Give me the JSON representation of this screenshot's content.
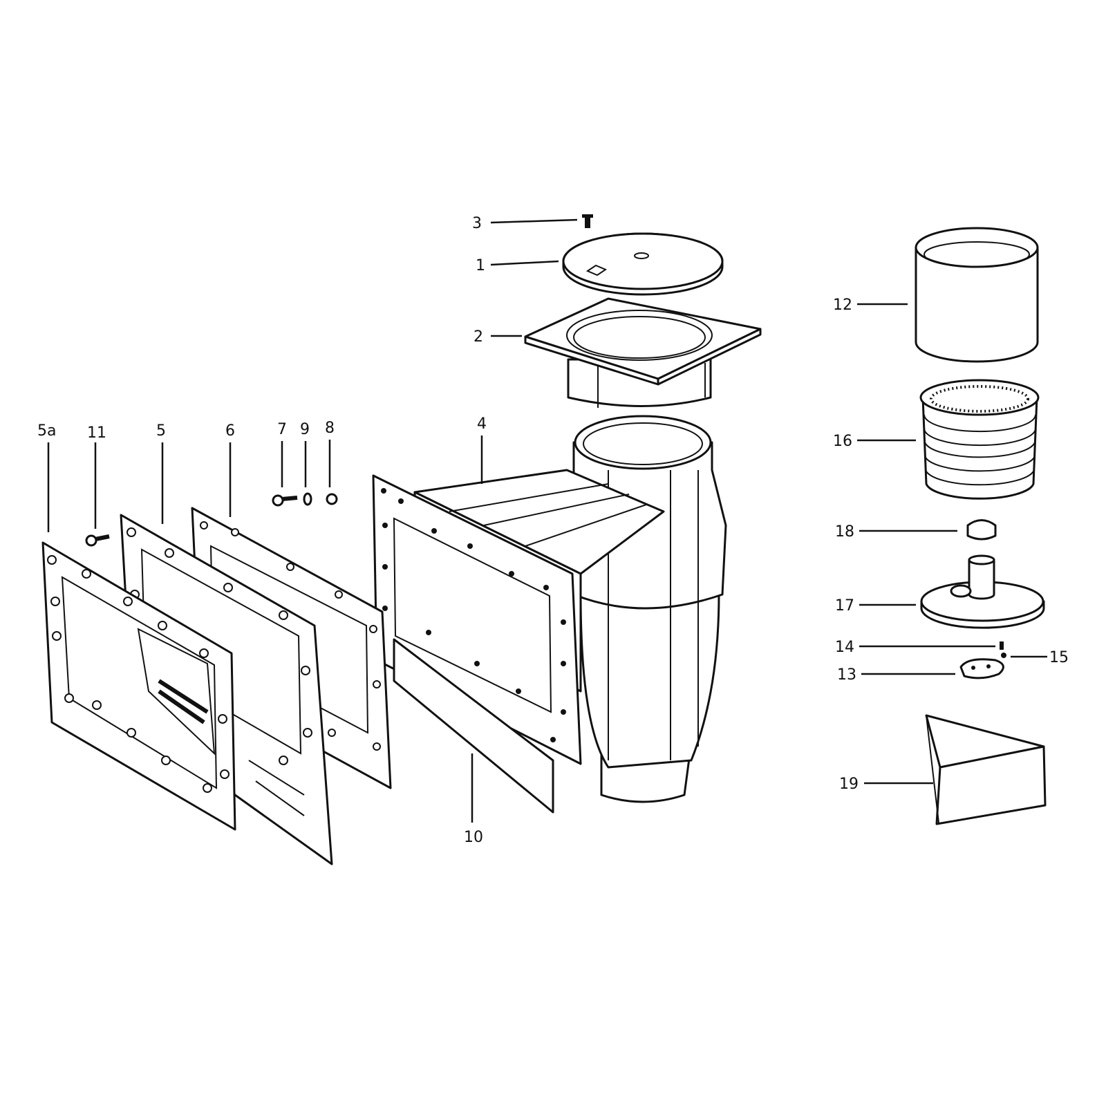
{
  "diagram": {
    "labels": [
      {
        "id": "3",
        "text": "3"
      },
      {
        "id": "1",
        "text": "1"
      },
      {
        "id": "2",
        "text": "2"
      },
      {
        "id": "4",
        "text": "4"
      },
      {
        "id": "5a",
        "text": "5a"
      },
      {
        "id": "11",
        "text": "11"
      },
      {
        "id": "5",
        "text": "5"
      },
      {
        "id": "6",
        "text": "6"
      },
      {
        "id": "7",
        "text": "7"
      },
      {
        "id": "9",
        "text": "9"
      },
      {
        "id": "8",
        "text": "8"
      },
      {
        "id": "10",
        "text": "10"
      },
      {
        "id": "12",
        "text": "12"
      },
      {
        "id": "16",
        "text": "16"
      },
      {
        "id": "18",
        "text": "18"
      },
      {
        "id": "17",
        "text": "17"
      },
      {
        "id": "14",
        "text": "14"
      },
      {
        "id": "15",
        "text": "15"
      },
      {
        "id": "13",
        "text": "13"
      },
      {
        "id": "19",
        "text": "19"
      }
    ],
    "ink_color": "#111111"
  }
}
